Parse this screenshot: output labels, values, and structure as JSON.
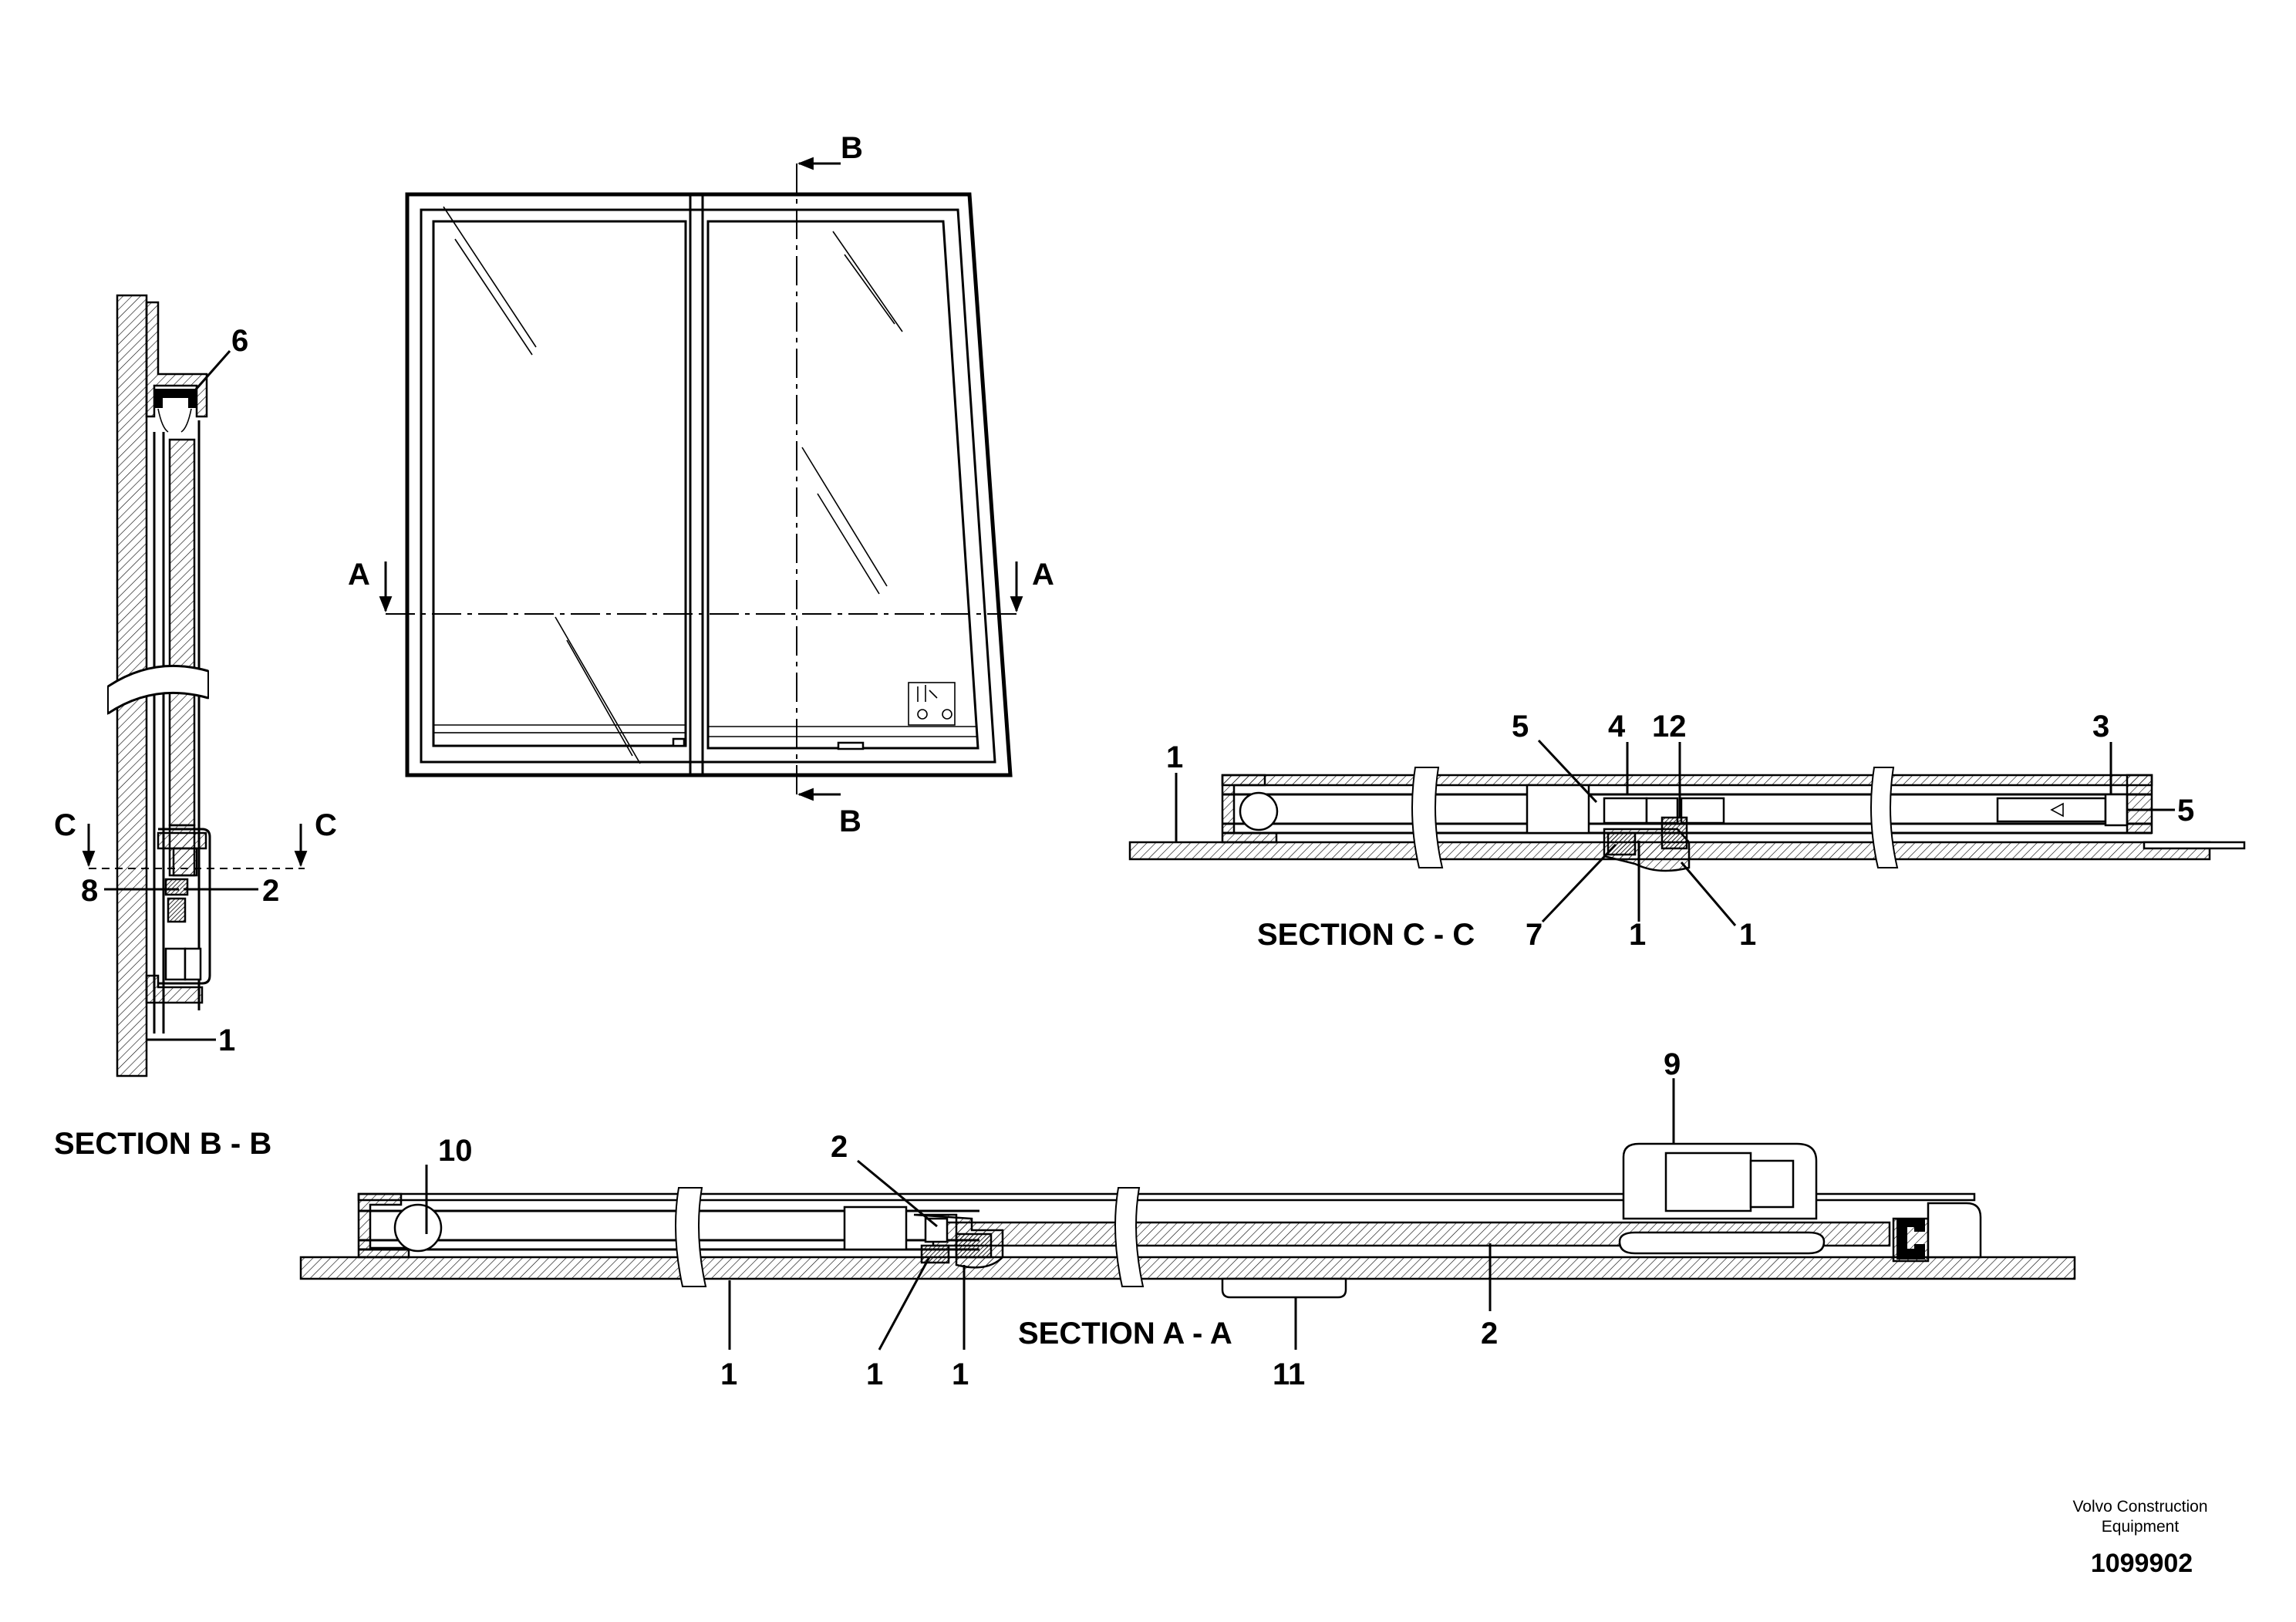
{
  "section_titles": {
    "a": "SECTION A - A",
    "b": "SECTION B - B",
    "c": "SECTION C - C"
  },
  "section_markers": {
    "a": "A",
    "b": "B",
    "c": "C"
  },
  "callouts": {
    "b_6": "6",
    "b_8": "8",
    "b_2": "2",
    "b_1": "1",
    "c_1_left": "1",
    "c_5": "5",
    "c_4": "4",
    "c_12": "12",
    "c_3": "3",
    "c_5_right": "5",
    "c_7": "7",
    "c_1_mid": "1",
    "c_1_right": "1",
    "a_10": "10",
    "a_2_top": "2",
    "a_9": "9",
    "a_1_left": "1",
    "a_1_mid": "1",
    "a_1_right": "1",
    "a_11": "11",
    "a_2_bottom": "2"
  },
  "footer": {
    "company_line1": "Volvo Construction",
    "company_line2": "Equipment",
    "document_number": "1099902"
  }
}
